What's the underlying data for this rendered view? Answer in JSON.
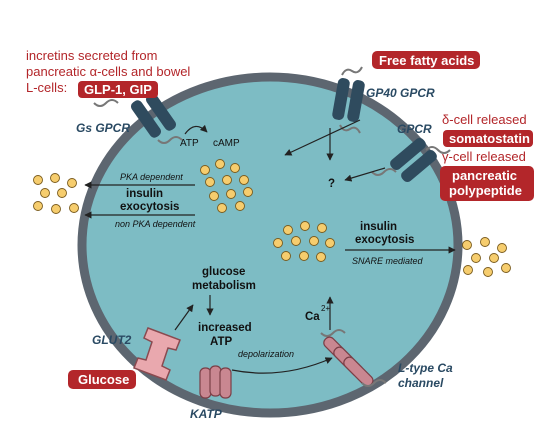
{
  "incretins_text": [
    "incretins secreted from",
    "pancreatic α-cells and bowel",
    "L-cells:"
  ],
  "incretins_badge": "GLP-1, GIP",
  "ffa_badge": "Free fatty acids",
  "gp40_label": "GP40 GPCR",
  "gs_label": "Gs GPCR",
  "gpcr_label": "GPCR",
  "delta_text": "δ-cell released",
  "somatostatin_badge": "somatostatin",
  "gamma_text": "γ-cell released",
  "pp_badge": [
    "pancreatic",
    "polypeptide"
  ],
  "atp_label": "ATP",
  "camp_label": "cAMP",
  "pka_dependent": "PKA dependent",
  "insulin_exocytosis_1": [
    "insulin",
    "exocytosis"
  ],
  "non_pka": "non PKA dependent",
  "question": "?",
  "insulin_exocytosis_2": [
    "insulin",
    "exocytosis"
  ],
  "snare": "SNARE mediated",
  "glucose_metabolism": [
    "glucose",
    "metabolism"
  ],
  "increased_atp": [
    "increased",
    "ATP"
  ],
  "ca_label": "Ca",
  "ca_sup": "2+",
  "glut2_label": "GLUT2",
  "glucose_badge": "Glucose",
  "depolarization": "depolarization",
  "katp_label": "KATP",
  "ltype_label": [
    "L-type Ca",
    "channel"
  ],
  "colors": {
    "cell_fill": "#7dbcc4",
    "membrane": "#5d6670",
    "badge": "#b3262a",
    "receptor": "#2f4b5e",
    "glut2": "#e9a8ae",
    "granule": "#f6cd6e"
  }
}
